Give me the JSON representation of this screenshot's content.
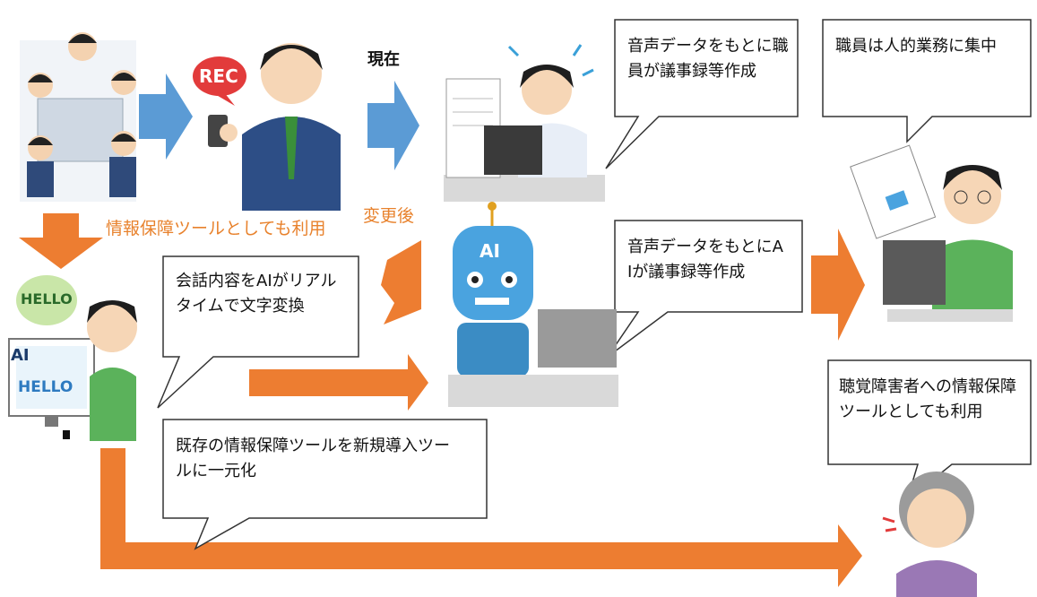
{
  "labels": {
    "current": "現在",
    "after_change": "変更後",
    "info_tool_orange": "情報保障ツールとしても利用"
  },
  "bubbles": {
    "staff_minutes": "音声データをもとに職\n員が議事録等作成",
    "staff_focus": "職員は人的業務に集中",
    "ai_minutes": "音声データをもとにA\nIが議事録等作成",
    "realtime": "会話内容をAIがリアル\nタイムで文字変換",
    "unify": "既存の情報保障ツールを新規導入ツー\nルに一元化",
    "hearing": "聴覚障害者への情報保障\nツールとしても利用"
  },
  "illustration_text": {
    "rec": "REC",
    "ai_badge": "AI",
    "monitor_ai": "AI",
    "hello_bubble": "HELLO",
    "hello_screen": "HELLO"
  },
  "colors": {
    "orange": "#ed7d31",
    "blue_arrow": "#5b9bd5",
    "robot_blue": "#4aa3df"
  }
}
